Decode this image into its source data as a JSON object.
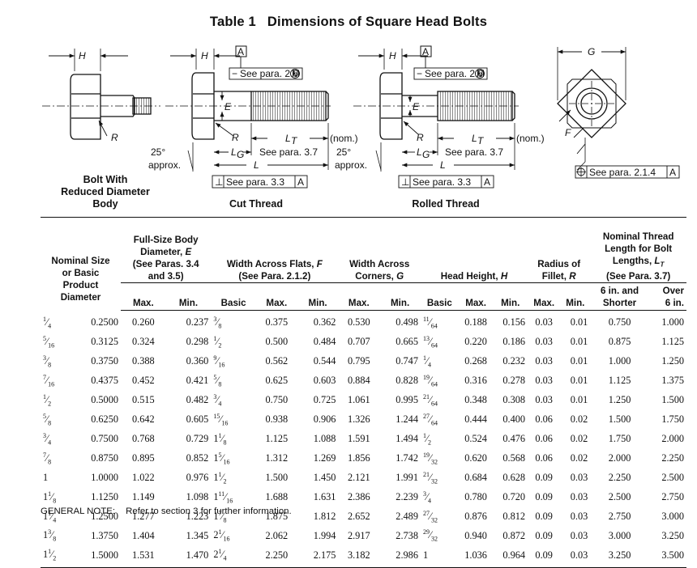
{
  "title": {
    "table_no": "Table 1",
    "text": "Dimensions of Square Head Bolts"
  },
  "figure": {
    "captions": {
      "reduced": [
        "Bolt With",
        "Reduced Diameter",
        "Body"
      ],
      "cut": "Cut Thread",
      "rolled": "Rolled Thread"
    },
    "labels": {
      "H": "H",
      "E": "E",
      "R": "R",
      "L": "L",
      "LT": "L",
      "LT_sub": "T",
      "LG": "L",
      "LG_sub": "G",
      "G": "G",
      "F": "F",
      "A": "A",
      "nom": "(nom.)",
      "see_26": "See para. 2.6",
      "circle_m": "M",
      "see_37": "See para. 3.7",
      "see_33": "See para. 3.3",
      "see_214": "See para. 2.1.4",
      "angle": "25°",
      "approx": "approx."
    }
  },
  "table": {
    "headers": {
      "nominal": [
        "Nominal Size",
        "or Basic",
        "Product",
        "Diameter"
      ],
      "fullsize": [
        "Full-Size Body",
        "Diameter, E",
        "(See Paras. 3.4",
        "and 3.5)"
      ],
      "flats": [
        "Width Across Flats, F",
        "(See Para. 2.1.2)"
      ],
      "corners": [
        "Width Across",
        "Corners, G"
      ],
      "height": "Head Height, H",
      "fillet": [
        "Radius of",
        "Fillet, R"
      ],
      "thread": [
        "Nominal Thread",
        "Length for Bolt",
        "Lengths, L",
        "(See Para. 3.7)"
      ],
      "thread_sub": "T",
      "sub": {
        "max": "Max.",
        "min": "Min.",
        "basic": "Basic",
        "six_in": [
          "6 in. and",
          "Shorter"
        ],
        "over": [
          "Over",
          "6 in."
        ]
      }
    },
    "rows": [
      {
        "frac": "1/4",
        "dec": "0.2500",
        "emax": "0.260",
        "emin": "0.237",
        "fb": "3/8",
        "fmax": "0.375",
        "fmin": "0.362",
        "gmax": "0.530",
        "gmin": "0.498",
        "hb": "11/64",
        "hmax": "0.188",
        "hmin": "0.156",
        "rmax": "0.03",
        "rmin": "0.01",
        "lt1": "0.750",
        "lt2": "1.000"
      },
      {
        "frac": "5/16",
        "dec": "0.3125",
        "emax": "0.324",
        "emin": "0.298",
        "fb": "1/2",
        "fmax": "0.500",
        "fmin": "0.484",
        "gmax": "0.707",
        "gmin": "0.665",
        "hb": "13/64",
        "hmax": "0.220",
        "hmin": "0.186",
        "rmax": "0.03",
        "rmin": "0.01",
        "lt1": "0.875",
        "lt2": "1.125"
      },
      {
        "frac": "3/8",
        "dec": "0.3750",
        "emax": "0.388",
        "emin": "0.360",
        "fb": "9/16",
        "fmax": "0.562",
        "fmin": "0.544",
        "gmax": "0.795",
        "gmin": "0.747",
        "hb": "1/4",
        "hmax": "0.268",
        "hmin": "0.232",
        "rmax": "0.03",
        "rmin": "0.01",
        "lt1": "1.000",
        "lt2": "1.250"
      },
      {
        "frac": "7/16",
        "dec": "0.4375",
        "emax": "0.452",
        "emin": "0.421",
        "fb": "5/8",
        "fmax": "0.625",
        "fmin": "0.603",
        "gmax": "0.884",
        "gmin": "0.828",
        "hb": "19/64",
        "hmax": "0.316",
        "hmin": "0.278",
        "rmax": "0.03",
        "rmin": "0.01",
        "lt1": "1.125",
        "lt2": "1.375"
      },
      {
        "frac": "1/2",
        "dec": "0.5000",
        "emax": "0.515",
        "emin": "0.482",
        "fb": "3/4",
        "fmax": "0.750",
        "fmin": "0.725",
        "gmax": "1.061",
        "gmin": "0.995",
        "hb": "21/64",
        "hmax": "0.348",
        "hmin": "0.308",
        "rmax": "0.03",
        "rmin": "0.01",
        "lt1": "1.250",
        "lt2": "1.500"
      },
      {
        "frac": "5/8",
        "dec": "0.6250",
        "emax": "0.642",
        "emin": "0.605",
        "fb": "15/16",
        "fmax": "0.938",
        "fmin": "0.906",
        "gmax": "1.326",
        "gmin": "1.244",
        "hb": "27/64",
        "hmax": "0.444",
        "hmin": "0.400",
        "rmax": "0.06",
        "rmin": "0.02",
        "lt1": "1.500",
        "lt2": "1.750"
      },
      {
        "frac": "3/4",
        "dec": "0.7500",
        "emax": "0.768",
        "emin": "0.729",
        "fb": "1 1/8",
        "fmax": "1.125",
        "fmin": "1.088",
        "gmax": "1.591",
        "gmin": "1.494",
        "hb": "1/2",
        "hmax": "0.524",
        "hmin": "0.476",
        "rmax": "0.06",
        "rmin": "0.02",
        "lt1": "1.750",
        "lt2": "2.000"
      },
      {
        "frac": "7/8",
        "dec": "0.8750",
        "emax": "0.895",
        "emin": "0.852",
        "fb": "1 5/16",
        "fmax": "1.312",
        "fmin": "1.269",
        "gmax": "1.856",
        "gmin": "1.742",
        "hb": "19/32",
        "hmax": "0.620",
        "hmin": "0.568",
        "rmax": "0.06",
        "rmin": "0.02",
        "lt1": "2.000",
        "lt2": "2.250"
      },
      {
        "frac": "1",
        "dec": "1.0000",
        "emax": "1.022",
        "emin": "0.976",
        "fb": "1 1/2",
        "fmax": "1.500",
        "fmin": "1.450",
        "gmax": "2.121",
        "gmin": "1.991",
        "hb": "21/32",
        "hmax": "0.684",
        "hmin": "0.628",
        "rmax": "0.09",
        "rmin": "0.03",
        "lt1": "2.250",
        "lt2": "2.500"
      },
      {
        "frac": "1 1/8",
        "dec": "1.1250",
        "emax": "1.149",
        "emin": "1.098",
        "fb": "1 11/16",
        "fmax": "1.688",
        "fmin": "1.631",
        "gmax": "2.386",
        "gmin": "2.239",
        "hb": "3/4",
        "hmax": "0.780",
        "hmin": "0.720",
        "rmax": "0.09",
        "rmin": "0.03",
        "lt1": "2.500",
        "lt2": "2.750"
      },
      {
        "frac": "1 1/4",
        "dec": "1.2500",
        "emax": "1.277",
        "emin": "1.223",
        "fb": "1 7/8",
        "fmax": "1.875",
        "fmin": "1.812",
        "gmax": "2.652",
        "gmin": "2.489",
        "hb": "27/32",
        "hmax": "0.876",
        "hmin": "0.812",
        "rmax": "0.09",
        "rmin": "0.03",
        "lt1": "2.750",
        "lt2": "3.000"
      },
      {
        "frac": "1 3/8",
        "dec": "1.3750",
        "emax": "1.404",
        "emin": "1.345",
        "fb": "2 1/16",
        "fmax": "2.062",
        "fmin": "1.994",
        "gmax": "2.917",
        "gmin": "2.738",
        "hb": "29/32",
        "hmax": "0.940",
        "hmin": "0.872",
        "rmax": "0.09",
        "rmin": "0.03",
        "lt1": "3.000",
        "lt2": "3.250"
      },
      {
        "frac": "1 1/2",
        "dec": "1.5000",
        "emax": "1.531",
        "emin": "1.470",
        "fb": "2 1/4",
        "fmax": "2.250",
        "fmin": "2.175",
        "gmax": "3.182",
        "gmin": "2.986",
        "hb": "1",
        "hmax": "1.036",
        "hmin": "0.964",
        "rmax": "0.09",
        "rmin": "0.03",
        "lt1": "3.250",
        "lt2": "3.500"
      }
    ]
  },
  "note": {
    "label": "GENERAL NOTE:",
    "text": "Refer to section 3 for further information."
  }
}
